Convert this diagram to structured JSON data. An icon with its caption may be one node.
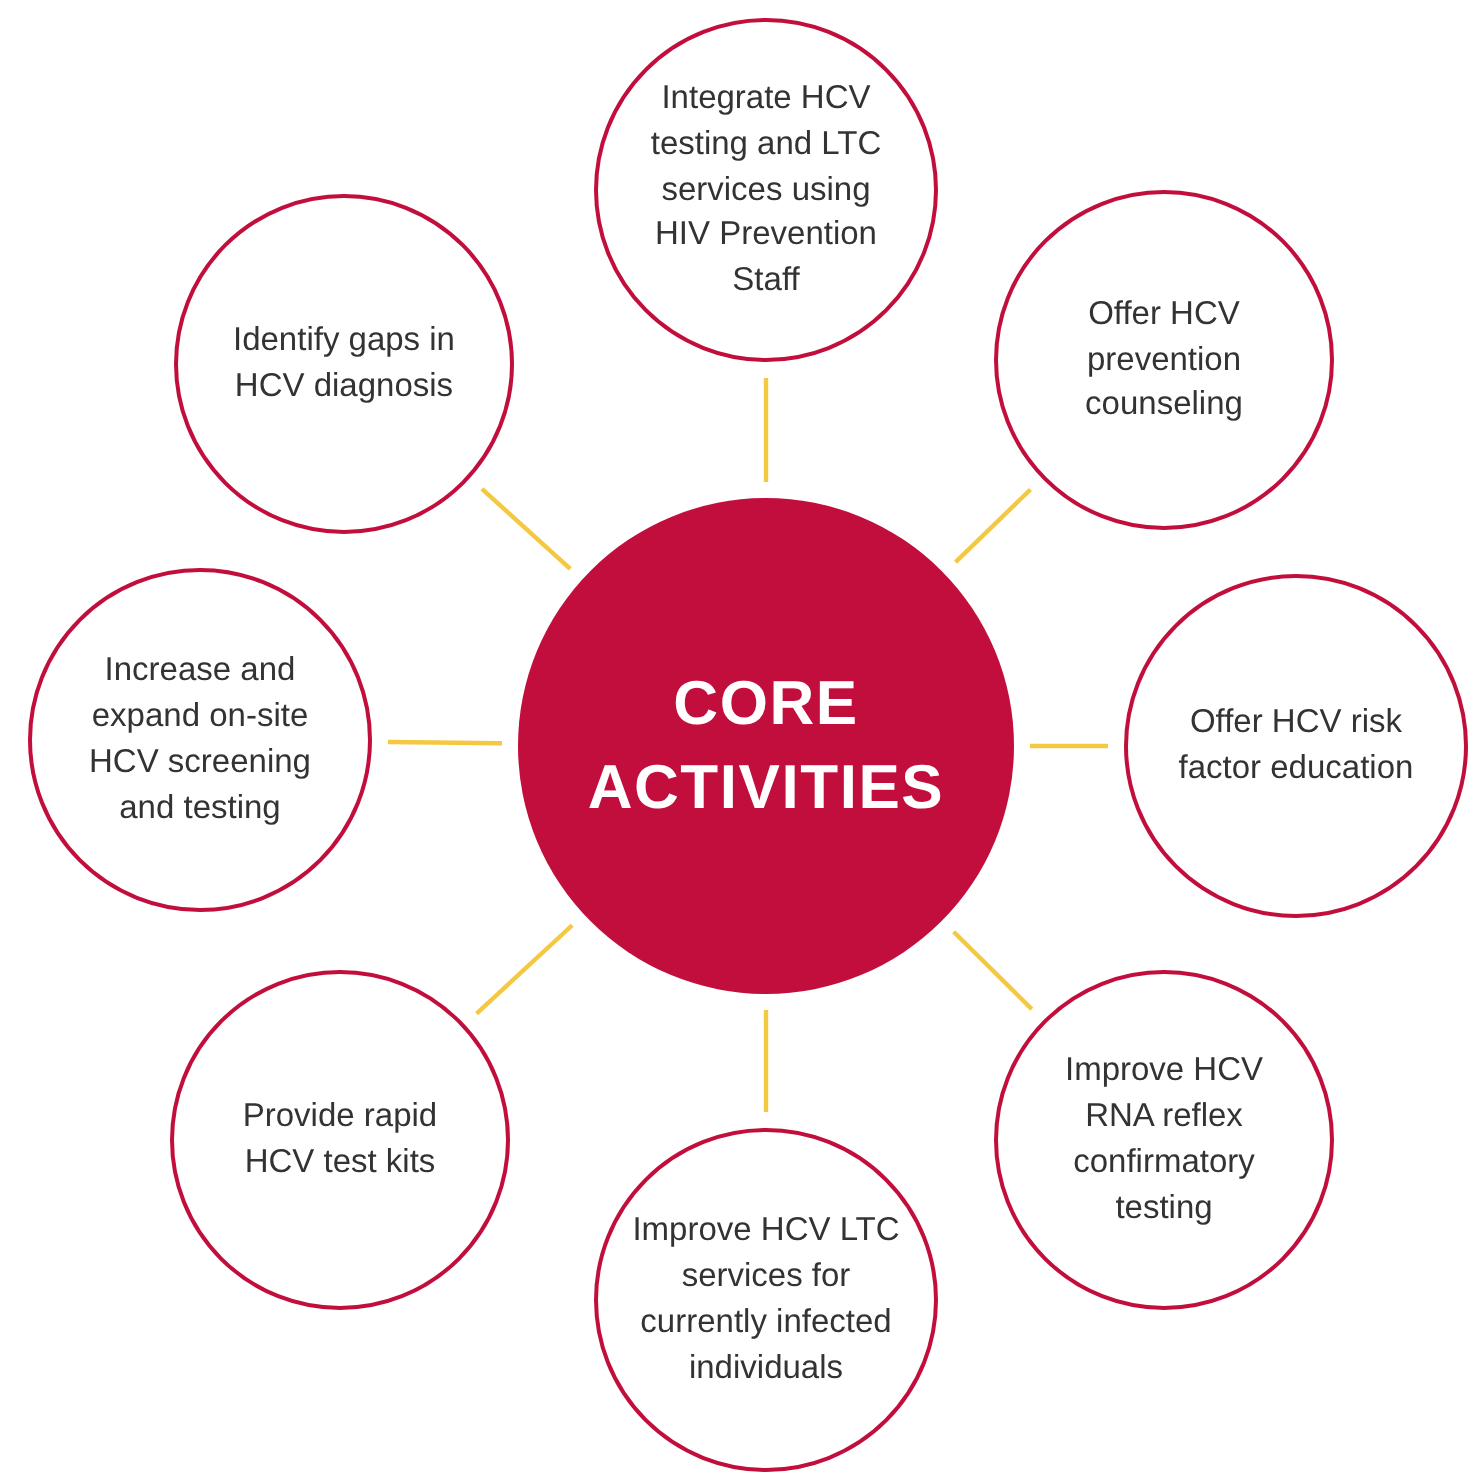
{
  "diagram": {
    "nodes": [
      {
        "text": [
          "CORE ACTIVITIES"
        ]
      },
      {
        "text": [
          "Integrate HCV testing and LTC services using HIV Prevention Staff"
        ]
      },
      {
        "text": [
          "Offer HCV prevention counseling"
        ]
      },
      {
        "text": [
          "Offer HCV risk factor education"
        ]
      },
      {
        "text": [
          "Improve HCV RNA reflex confirmatory testing"
        ]
      },
      {
        "text": [
          "Improve HCV LTC services for currently infected individuals"
        ]
      },
      {
        "text": [
          "Provide rapid HCV test kits"
        ]
      },
      {
        "text": [
          "Increase and expand on-site HCV screening and testing"
        ]
      },
      {
        "text": [
          "Identify gaps in HCV diagnosis"
        ]
      }
    ],
    "edges": [
      {
        "from": 0,
        "to": 1,
        "arrow": "none"
      },
      {
        "from": 0,
        "to": 2,
        "arrow": "none"
      },
      {
        "from": 0,
        "to": 3,
        "arrow": "none"
      },
      {
        "from": 0,
        "to": 4,
        "arrow": "none"
      },
      {
        "from": 0,
        "to": 5,
        "arrow": "none"
      },
      {
        "from": 0,
        "to": 6,
        "arrow": "none"
      },
      {
        "from": 0,
        "to": 7,
        "arrow": "none"
      },
      {
        "from": 0,
        "to": 8,
        "arrow": "none"
      }
    ]
  }
}
